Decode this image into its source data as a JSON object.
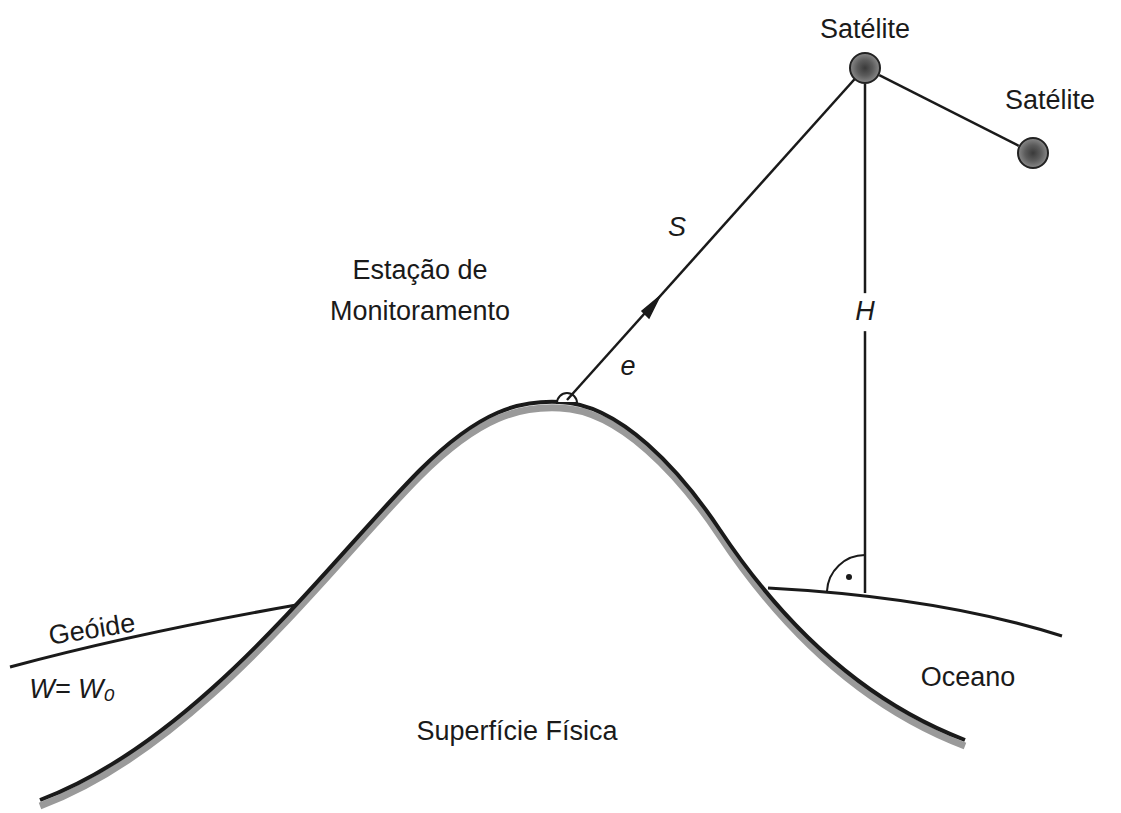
{
  "diagram": {
    "nodes": [
      {
        "text": [
          "Satélite"
        ]
      },
      {
        "text": [
          "Satélite"
        ]
      }
    ],
    "edges": [
      {
        "from": 0,
        "to": 1,
        "arrow": "none"
      }
    ],
    "labels": [
      "S",
      "e",
      "Estação de Monitoramento",
      "H",
      "Geóide",
      "W= W₀",
      "Oceano",
      "Superfície Física"
    ]
  }
}
